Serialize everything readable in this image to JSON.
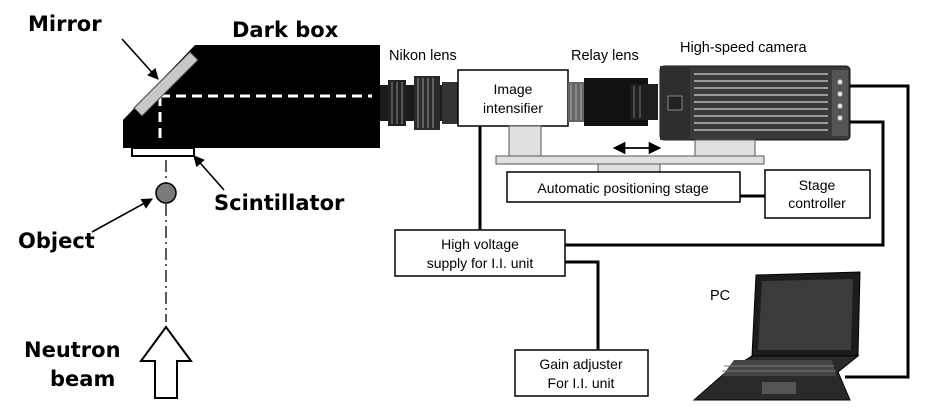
{
  "labels": {
    "mirror": "Mirror",
    "dark_box": "Dark box",
    "scintillator": "Scintillator",
    "object": "Object",
    "neutron_beam_line1": "Neutron",
    "neutron_beam_line2": "beam",
    "nikon_lens": "Nikon lens",
    "relay_lens": "Relay lens",
    "high_speed_camera": "High-speed camera",
    "pc": "PC"
  },
  "boxes": {
    "image_intensifier": [
      "Image",
      "intensifier"
    ],
    "positioning_stage": [
      "Automatic positioning stage"
    ],
    "stage_controller": [
      "Stage",
      "controller"
    ],
    "high_voltage": [
      "High voltage",
      "supply for I.I. unit"
    ],
    "gain_adjuster": [
      "Gain adjuster",
      "For I.I. unit"
    ]
  },
  "colors": {
    "ink": "#000000",
    "mirror_fill": "#c8c8c8",
    "object_fill": "#7a7a7a",
    "camera_body": "#3a3a3a",
    "stage_fill": "#e0e0e0"
  }
}
